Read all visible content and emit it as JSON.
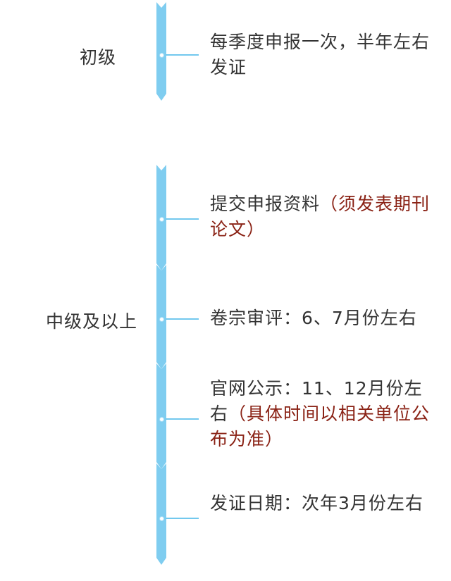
{
  "colors": {
    "bar": "#7fcdf0",
    "connector": "#72c8ee",
    "text": "#333333",
    "note": "#8a2215"
  },
  "levels": [
    {
      "label": "初级",
      "steps": [
        {
          "main": "每季度申报一次，半年左右发证",
          "note": ""
        }
      ]
    },
    {
      "label": "中级及以上",
      "steps": [
        {
          "main": "提交申报资料",
          "note": "（须发表期刊论文）"
        },
        {
          "main": "卷宗审评：6、7月份左右",
          "note": ""
        },
        {
          "main": "官网公示：11、12月份左右",
          "note": "（具体时间以相关单位公布为准）"
        },
        {
          "main": "发证日期：次年3月份左右",
          "note": ""
        }
      ]
    }
  ]
}
